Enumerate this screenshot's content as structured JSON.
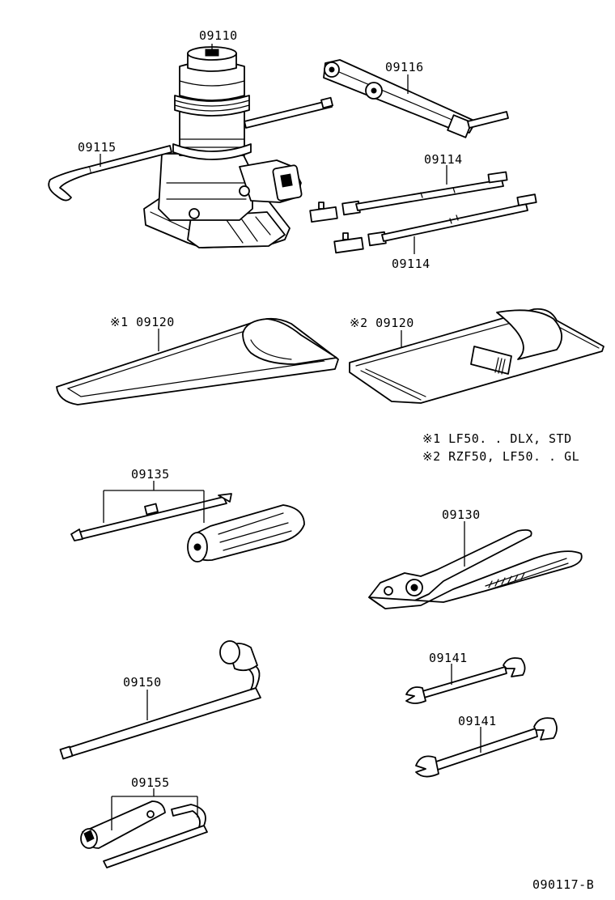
{
  "labels": {
    "jack": "09110",
    "handle_lever": "09116",
    "jack_handle_hook": "09115",
    "extension_bar_top": "09114",
    "extension_bar_bottom": "09114",
    "tool_bag_1": "※1 09120",
    "tool_bag_2": "※2 09120",
    "screwdriver": "09135",
    "pliers": "09130",
    "wrench_small": "09141",
    "wrench_large": "09141",
    "hub_nut_wrench": "09150",
    "plug_wrench": "09155"
  },
  "notes": [
    "※1  LF50. . DLX, STD",
    "※2  RZF50, LF50. . GL"
  ],
  "drawing_code": "090117-B"
}
